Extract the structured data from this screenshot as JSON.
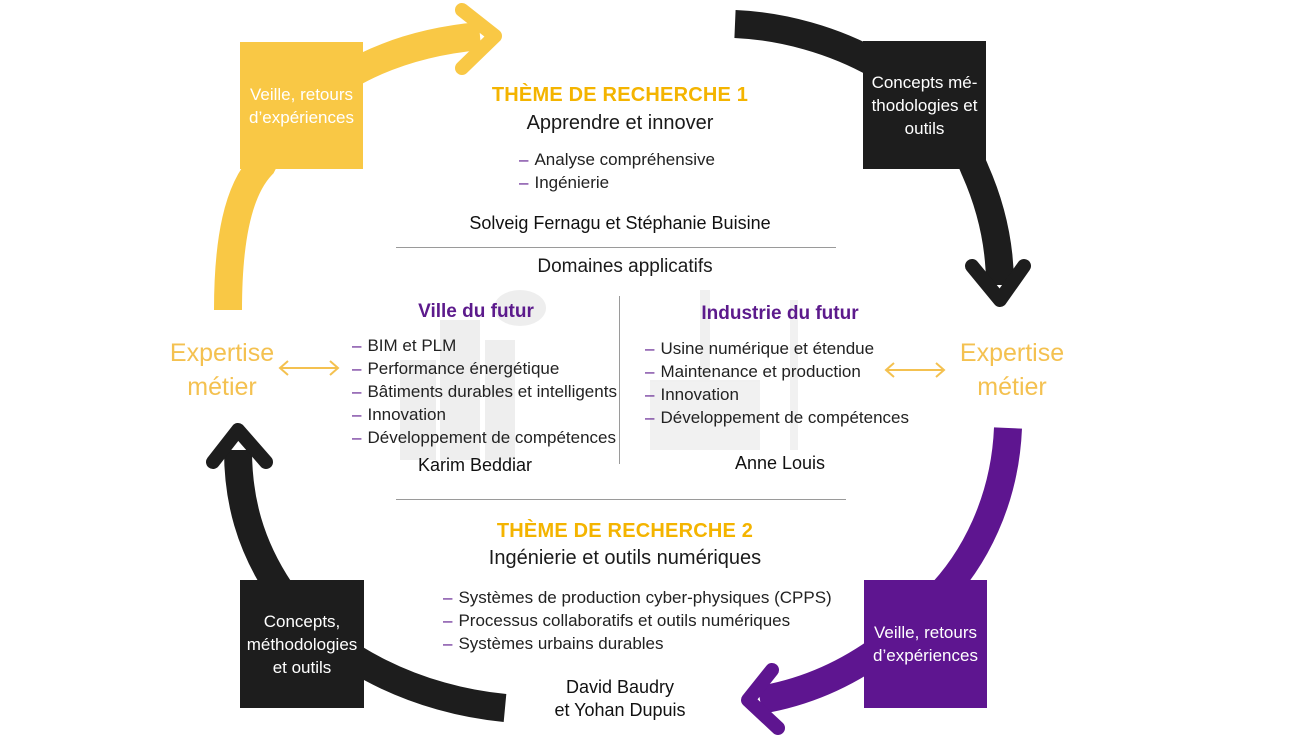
{
  "theme1": {
    "title": "THÈME DE RECHERCHE 1",
    "subtitle": "Apprendre et innover",
    "items": [
      "Analyse compréhensive",
      "Ingénierie"
    ],
    "authors": "Solveig Fernagu et Stéphanie Buisine"
  },
  "domaines": {
    "title": "Domaines applicatifs"
  },
  "ville": {
    "title": "Ville du futur",
    "items": [
      "BIM et PLM",
      "Performance énergétique",
      "Bâtiments durables et intelligents",
      "Innovation",
      "Développement de compétences"
    ],
    "author": "Karim Beddiar"
  },
  "industrie": {
    "title": "Industrie du futur",
    "items": [
      "Usine numérique et étendue",
      "Maintenance et production",
      "Innovation",
      "Développement de compétences"
    ],
    "author": "Anne Louis"
  },
  "theme2": {
    "title": "THÈME DE RECHERCHE 2",
    "subtitle": "Ingénierie et outils numériques",
    "items": [
      "Systèmes de production cyber-physiques (CPPS)",
      "Processus collaboratifs et outils numériques",
      "Systèmes urbains durables"
    ],
    "authors": "David Baudry\net Yohan Dupuis"
  },
  "boxes": {
    "top_left": "Veille, retours\nd’expériences",
    "top_right": "Concepts mé-\nthodologies et\noutils",
    "bottom_left": "Concepts,\nméthodologies\net outils",
    "bottom_right": "Veille, retours\nd’expériences"
  },
  "expertise": {
    "left": "Expertise\nmétier",
    "right": "Expertise\nmétier"
  },
  "colors": {
    "yellow": "#f9c845",
    "yellow_dark": "#f4b400",
    "black": "#1d1d1d",
    "purple": "#5c1a8c",
    "purple_box": "#5e1590"
  }
}
